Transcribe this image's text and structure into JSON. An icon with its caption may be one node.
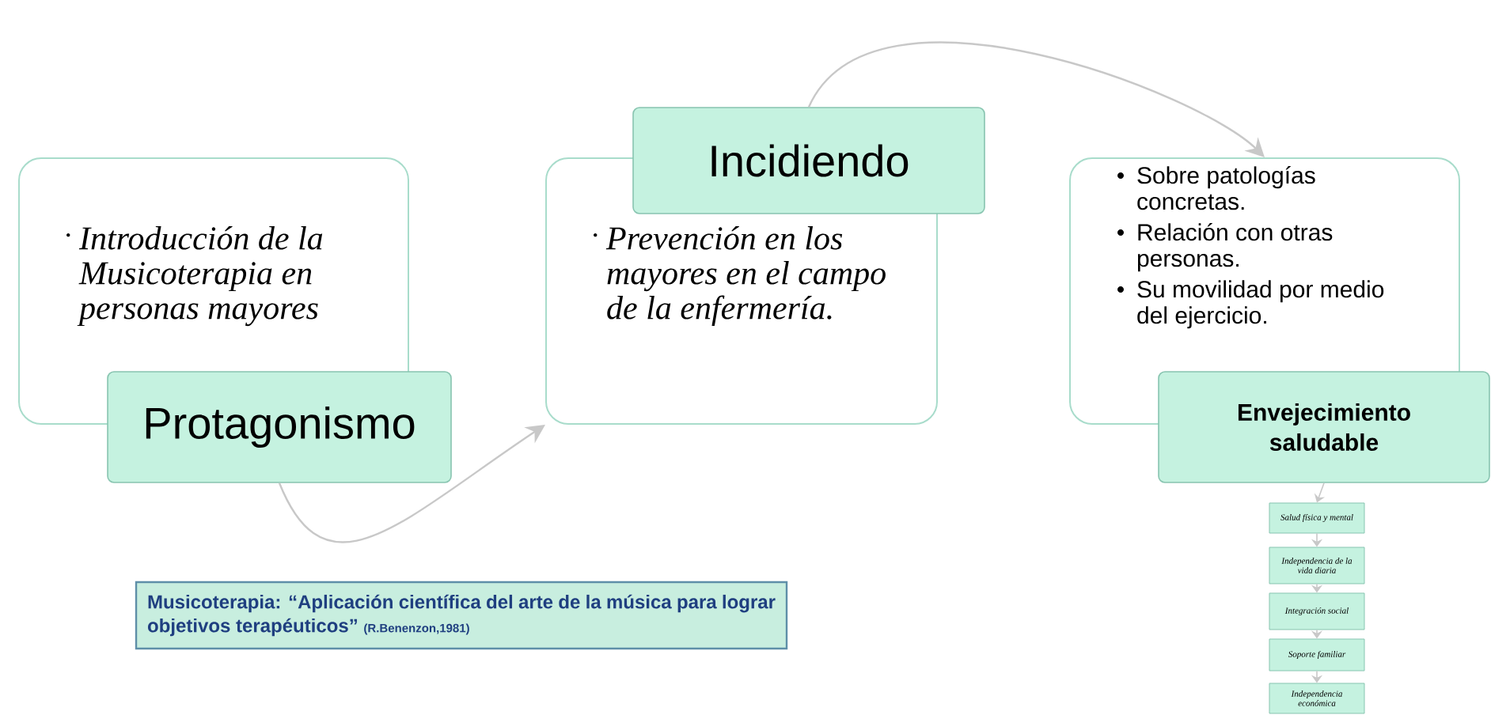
{
  "diagram": {
    "nodes": [
      {
        "text": [
          "Introducción de la Musicoterapia en personas mayores"
        ]
      },
      {
        "text": [
          "Protagonismo"
        ]
      },
      {
        "text": [
          "Prevención en los mayores en el campo de la enfermería."
        ]
      },
      {
        "text": [
          "Incidiendo"
        ]
      },
      {
        "text": [
          "Sobre patologías concretas.",
          "Relación con otras personas.",
          "Su movilidad por medio del ejercicio."
        ]
      },
      {
        "text": [
          "Envejecimiento saludable"
        ]
      },
      {
        "text": [
          "Salud física y mental"
        ]
      },
      {
        "text": [
          "Independencia de la vida diaria"
        ]
      },
      {
        "text": [
          "Integración social"
        ]
      },
      {
        "text": [
          "Soporte familiar"
        ]
      },
      {
        "text": [
          "Independencia económica"
        ]
      },
      {
        "text": [
          "Musicoterapia: “Aplicación científica del arte de la música para lograr objetivos terapéuticos”",
          "(R.Benenzon,1981)"
        ]
      }
    ],
    "edges": [
      {
        "from": 1,
        "to": 2,
        "arrow": "to"
      },
      {
        "from": 3,
        "to": 4,
        "arrow": "to"
      },
      {
        "from": 5,
        "to": 6,
        "arrow": "to"
      },
      {
        "from": 6,
        "to": 7,
        "arrow": "to"
      },
      {
        "from": 7,
        "to": 8,
        "arrow": "to"
      },
      {
        "from": 8,
        "to": 9,
        "arrow": "to"
      },
      {
        "from": 9,
        "to": 10,
        "arrow": "to"
      }
    ]
  }
}
